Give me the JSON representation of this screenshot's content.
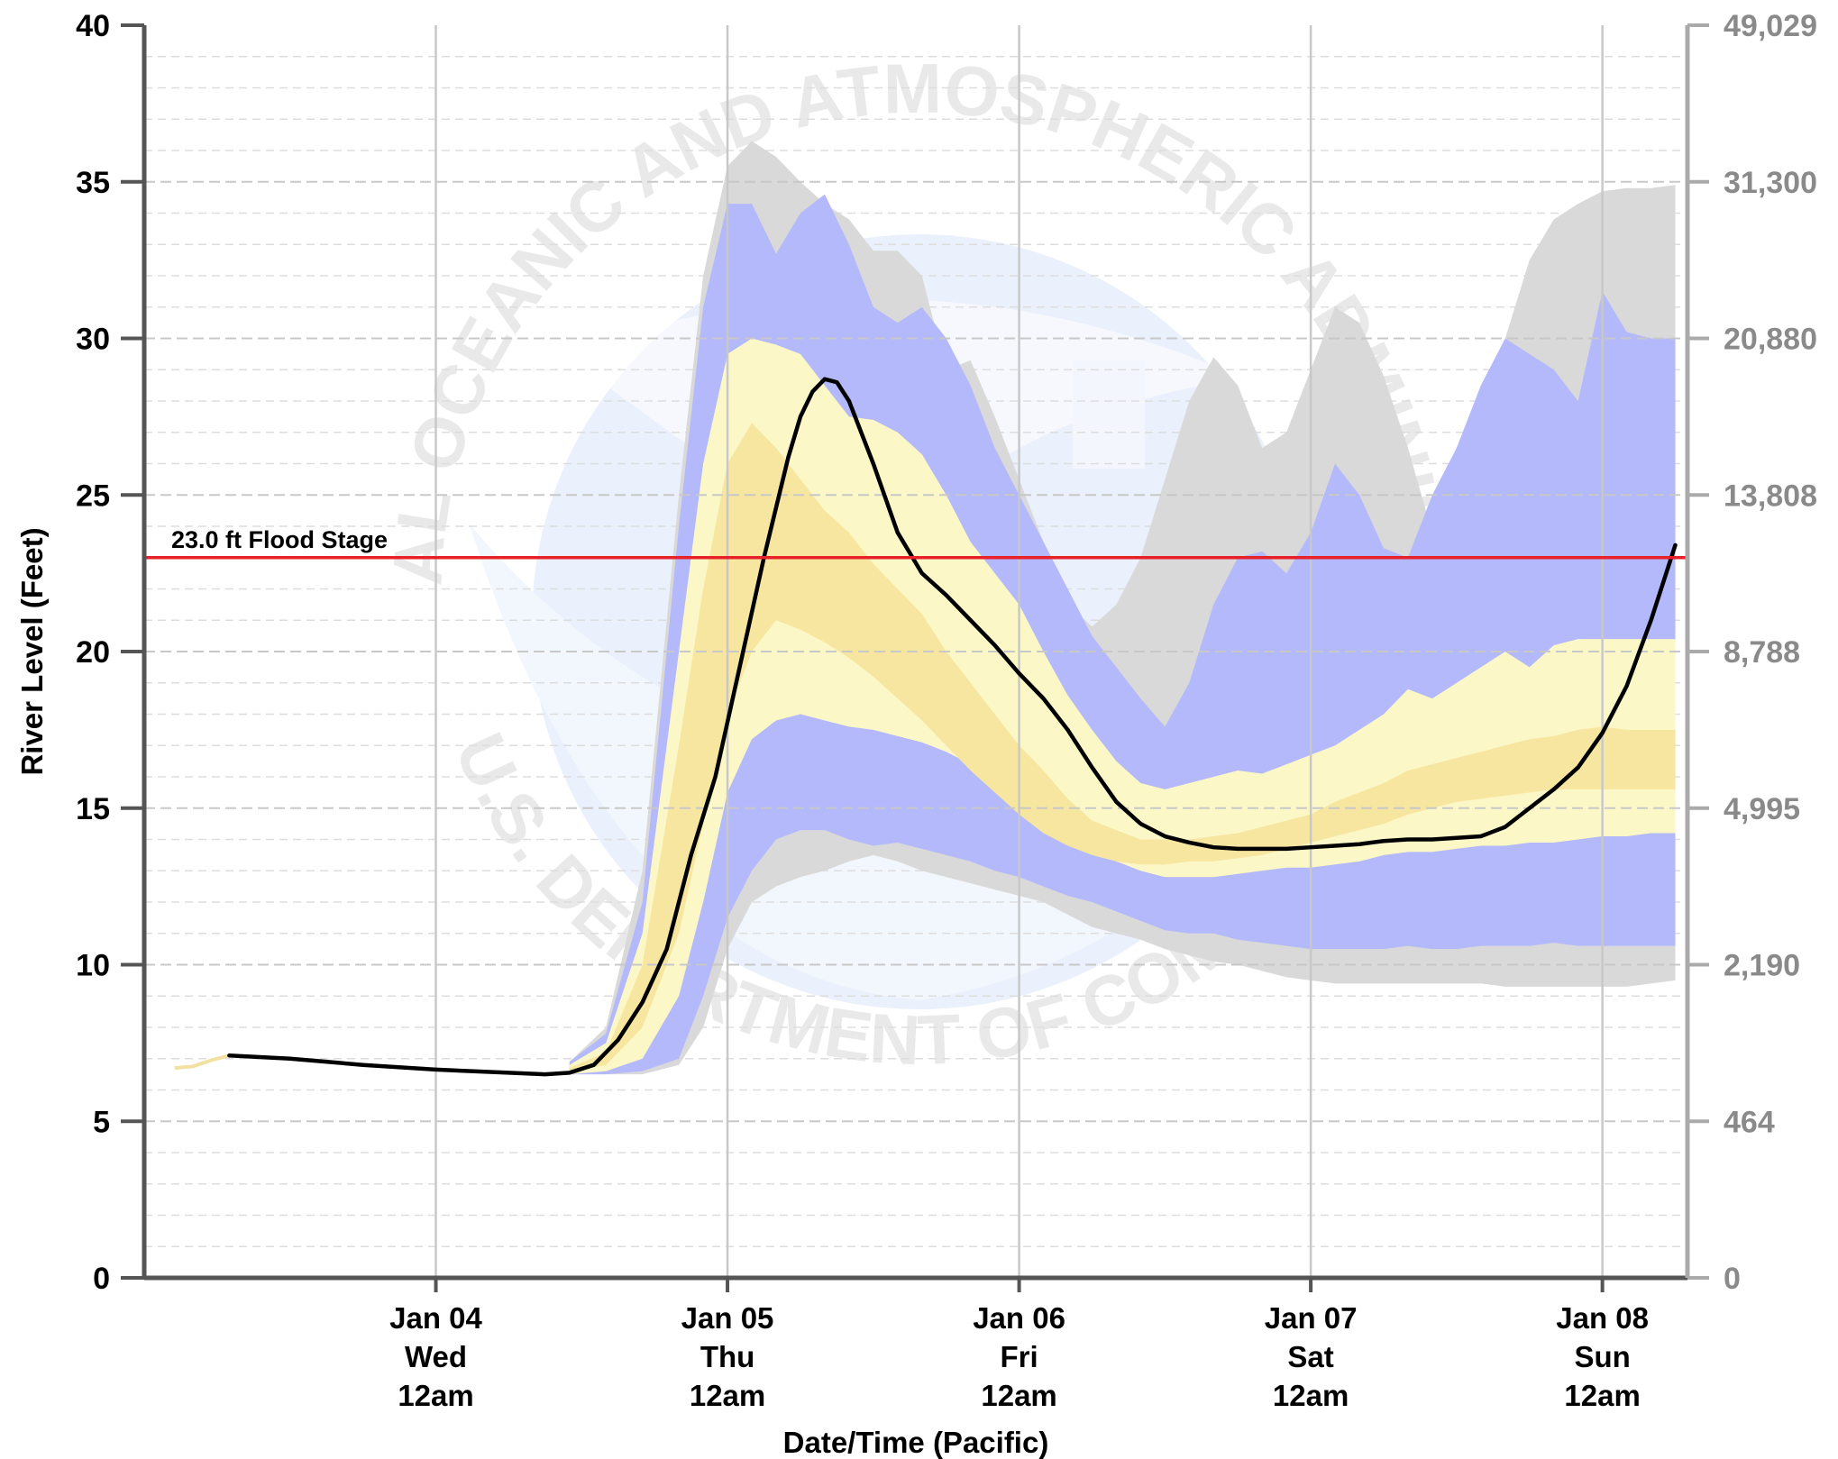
{
  "chart_data": {
    "type": "area",
    "xlabel": "Date/Time (Pacific)",
    "ylabel": "River Level (Feet)",
    "ylim": [
      0,
      40
    ],
    "x_unit": "hours from Jan 03 12am (Pacific)",
    "xlim": [
      0,
      127
    ],
    "y_ticks_left": [
      "0",
      "5",
      "10",
      "15",
      "20",
      "25",
      "30",
      "35",
      "40"
    ],
    "y_ticks_right": [
      "0",
      "464",
      "2,190",
      "4,995",
      "8,788",
      "13,808",
      "20,880",
      "31,300",
      "49,029"
    ],
    "x_ticks": [
      {
        "hours": 24,
        "lines": [
          "Jan 04",
          "Wed",
          "12am"
        ]
      },
      {
        "hours": 48,
        "lines": [
          "Jan 05",
          "Thu",
          "12am"
        ]
      },
      {
        "hours": 72,
        "lines": [
          "Jan 06",
          "Fri",
          "12am"
        ]
      },
      {
        "hours": 96,
        "lines": [
          "Jan 07",
          "Sat",
          "12am"
        ]
      },
      {
        "hours": 120,
        "lines": [
          "Jan 08",
          "Sun",
          "12am"
        ]
      }
    ],
    "flood_stage": {
      "value": 23.0,
      "label": "23.0 ft Flood Stage"
    },
    "observed": {
      "x": [
        2.5,
        4,
        5.5,
        7
      ],
      "y": [
        6.7,
        6.75,
        6.95,
        7.1
      ]
    },
    "bands": {
      "x": [
        35,
        38,
        41,
        44,
        46,
        48,
        50,
        52,
        54,
        56,
        58,
        60,
        62,
        64,
        66,
        68,
        70,
        72,
        74,
        76,
        78,
        80,
        82,
        84,
        86,
        88,
        90,
        92,
        94,
        96,
        98,
        100,
        102,
        104,
        106,
        108,
        110,
        112,
        114,
        116,
        118,
        120,
        122,
        124,
        126
      ],
      "gray_hi": [
        6.9,
        8,
        13,
        25,
        32,
        35.5,
        36.3,
        35.8,
        35,
        34.3,
        33.8,
        32.8,
        32.8,
        32,
        29,
        29.3,
        27.5,
        25.5,
        23.5,
        21.5,
        20.8,
        21.5,
        23,
        25.5,
        28,
        29.4,
        28.5,
        26.5,
        27,
        29,
        31,
        30.5,
        28.8,
        26.5,
        23.8,
        24.5,
        27,
        30,
        32.5,
        33.8,
        34.3,
        34.7,
        34.8,
        34.8,
        34.9
      ],
      "blue_hi": [
        6.9,
        7.8,
        12,
        24,
        31,
        34.3,
        34.3,
        32.7,
        34,
        34.6,
        33,
        31,
        30.5,
        31,
        30,
        28.5,
        26.5,
        25,
        23.5,
        22,
        20.5,
        19.5,
        18.5,
        17.6,
        19,
        21.5,
        23,
        23.2,
        22.5,
        23.8,
        26,
        25,
        23.3,
        23,
        25,
        26.5,
        28.5,
        30,
        29.5,
        29,
        28,
        31.5,
        30.2,
        30,
        30
      ],
      "yellow_hi": [
        6.8,
        7.5,
        11,
        20,
        26,
        29.5,
        30,
        29.8,
        29.5,
        28.5,
        27.5,
        27.4,
        27,
        26.3,
        25,
        23.5,
        22.5,
        21.5,
        20,
        18.6,
        17.5,
        16.5,
        15.8,
        15.6,
        15.8,
        16,
        16.2,
        16.1,
        16.4,
        16.7,
        17,
        17.5,
        18,
        18.8,
        18.5,
        19,
        19.5,
        20,
        19.5,
        20.2,
        20.4,
        20.4,
        20.4,
        20.4,
        20.4
      ],
      "orange_hi": [
        6.7,
        7.2,
        10,
        17,
        22,
        26,
        27.3,
        26.5,
        25.5,
        24.5,
        23.8,
        22.8,
        22,
        21.2,
        20,
        19,
        18,
        17,
        16.2,
        15.3,
        14.6,
        14.3,
        14,
        14,
        14,
        14.1,
        14.2,
        14.4,
        14.6,
        14.8,
        15.2,
        15.5,
        15.8,
        16.2,
        16.4,
        16.6,
        16.8,
        17,
        17.2,
        17.3,
        17.5,
        17.6,
        17.5,
        17.5,
        17.5
      ],
      "orange_lo": [
        6.6,
        6.8,
        8,
        11,
        14.5,
        18,
        20,
        21,
        20.7,
        20.3,
        19.8,
        19.2,
        18.5,
        17.8,
        17,
        16.2,
        15.5,
        14.8,
        14.2,
        13.8,
        13.5,
        13.3,
        13.2,
        13.2,
        13.3,
        13.3,
        13.4,
        13.5,
        13.7,
        13.9,
        14.1,
        14.3,
        14.5,
        14.8,
        15,
        15.2,
        15.3,
        15.4,
        15.5,
        15.6,
        15.6,
        15.6,
        15.6,
        15.6,
        15.6
      ],
      "yellow_lo": [
        6.5,
        6.6,
        7,
        9,
        12,
        15.5,
        17.2,
        17.8,
        18,
        17.8,
        17.6,
        17.5,
        17.3,
        17.1,
        16.8,
        16.4,
        15.7,
        15.2,
        14.6,
        14,
        13.6,
        13.3,
        13,
        12.8,
        12.8,
        12.8,
        12.9,
        13,
        13.1,
        13.1,
        13.2,
        13.3,
        13.5,
        13.6,
        13.6,
        13.7,
        13.8,
        13.8,
        13.9,
        13.9,
        14,
        14.1,
        14.1,
        14.2,
        14.2
      ],
      "blue_lo": [
        6.5,
        6.5,
        6.6,
        7,
        9,
        11.5,
        13,
        14,
        14.3,
        14.3,
        14,
        13.8,
        13.9,
        13.7,
        13.5,
        13.3,
        13,
        12.8,
        12.5,
        12.2,
        12,
        11.7,
        11.4,
        11.1,
        11,
        11,
        10.8,
        10.7,
        10.6,
        10.5,
        10.5,
        10.5,
        10.5,
        10.6,
        10.5,
        10.5,
        10.6,
        10.6,
        10.6,
        10.7,
        10.6,
        10.6,
        10.6,
        10.6,
        10.6
      ],
      "gray_lo": [
        6.5,
        6.5,
        6.5,
        6.8,
        8,
        10.5,
        12,
        12.5,
        12.8,
        13,
        13.3,
        13.5,
        13.3,
        13,
        12.8,
        12.6,
        12.4,
        12.2,
        12,
        11.6,
        11.2,
        11,
        10.8,
        10.5,
        10.3,
        10.1,
        10,
        9.8,
        9.6,
        9.5,
        9.4,
        9.4,
        9.4,
        9.4,
        9.4,
        9.4,
        9.4,
        9.3,
        9.3,
        9.3,
        9.3,
        9.3,
        9.3,
        9.4,
        9.5
      ]
    },
    "forecast": {
      "x": [
        7,
        12,
        18,
        24,
        30,
        33,
        35,
        37,
        39,
        41,
        43,
        45,
        47,
        49,
        51,
        53,
        54,
        55,
        56,
        57,
        58,
        60,
        62,
        64,
        66,
        68,
        70,
        72,
        74,
        76,
        78,
        80,
        82,
        84,
        86,
        88,
        90,
        92,
        94,
        96,
        98,
        100,
        102,
        104,
        106,
        108,
        110,
        112,
        114,
        116,
        118,
        120,
        122,
        124,
        126
      ],
      "y": [
        7.1,
        7.0,
        6.8,
        6.65,
        6.55,
        6.5,
        6.55,
        6.8,
        7.6,
        8.8,
        10.5,
        13.5,
        16,
        19.5,
        23,
        26.2,
        27.5,
        28.3,
        28.7,
        28.6,
        28.0,
        26.0,
        23.8,
        22.5,
        21.8,
        21.0,
        20.2,
        19.3,
        18.5,
        17.5,
        16.3,
        15.2,
        14.5,
        14.1,
        13.9,
        13.75,
        13.7,
        13.7,
        13.7,
        13.75,
        13.8,
        13.85,
        13.95,
        14.0,
        14.0,
        14.05,
        14.1,
        14.4,
        15.0,
        15.6,
        16.3,
        17.4,
        18.9,
        21.0,
        23.4
      ]
    },
    "colors": {
      "gray_band": "#d9d9d9",
      "blue_band": "#b3b9fb",
      "yellow_band": "#fcf7c7",
      "orange_band": "#f6e6a0",
      "observed_line": "#f2e1a0",
      "forecast_line": "#000000",
      "flood_line": "#e8202a",
      "grid_major": "#c8c8c8",
      "grid_minor": "#dddddd",
      "left_axis": "#555555",
      "right_axis": "#aaaaaa",
      "right_ticks": "#8a8a8a",
      "watermark": "#e4ebfb"
    },
    "watermark": {
      "icon": "noaa-seal-icon",
      "top_text": "NATIONAL OCEANIC AND ATMOSPHERIC ADMINISTRATION",
      "bottom_text": "U.S. DEPARTMENT OF COMMERCE"
    }
  }
}
